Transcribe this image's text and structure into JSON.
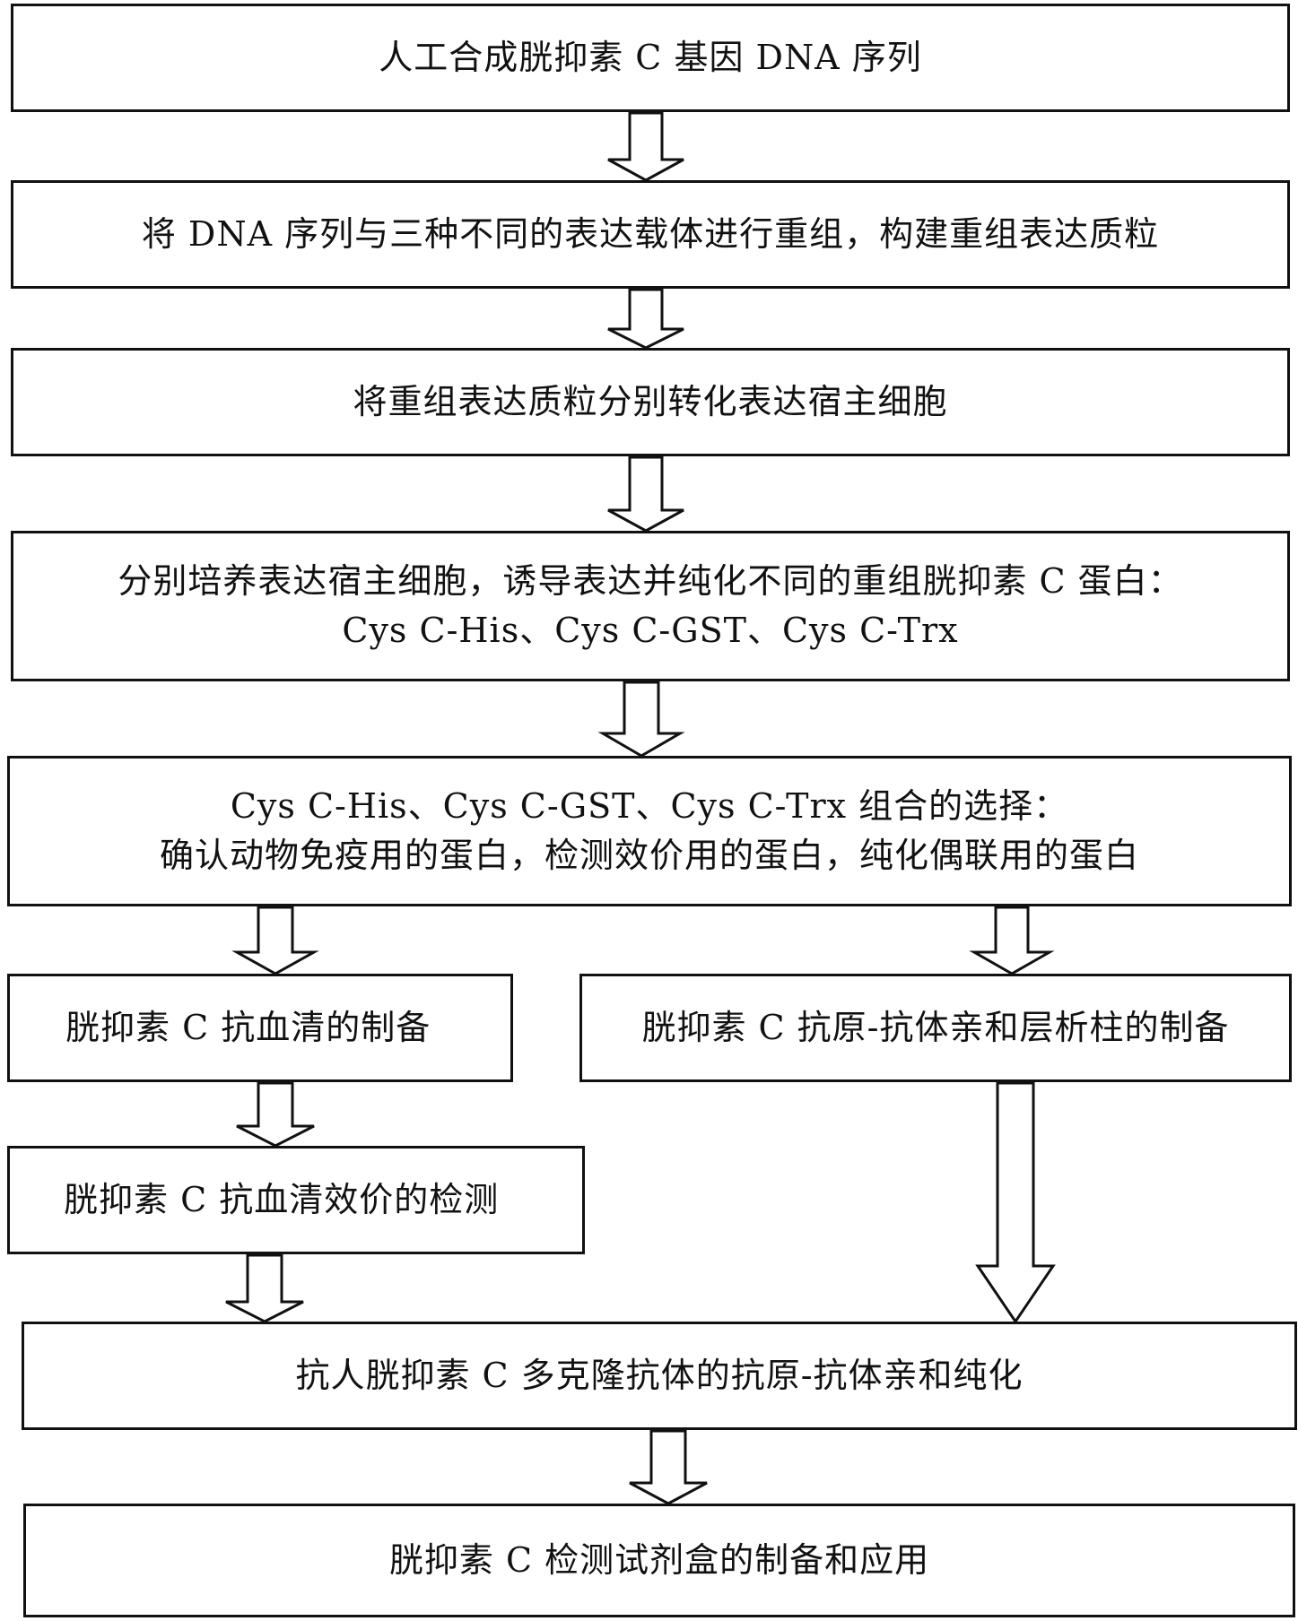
{
  "steps": {
    "step1": "人工合成胱抑素 C 基因 DNA 序列",
    "step2": "将 DNA 序列与三种不同的表达载体进行重组，构建重组表达质粒",
    "step3": "将重组表达质粒分别转化表达宿主细胞",
    "step4_line1": "分别培养表达宿主细胞，诱导表达并纯化不同的重组胱抑素 C 蛋白：",
    "step4_line2": "Cys C-His、Cys C-GST、Cys C-Trx",
    "step5_line1": "Cys C-His、Cys C-GST、Cys C-Trx 组合的选择：",
    "step5_line2": "确认动物免疫用的蛋白，检测效价用的蛋白，纯化偶联用的蛋白",
    "left_branch_1": "胱抑素 C 抗血清的制备",
    "left_branch_2": "胱抑素 C 抗血清效价的检测",
    "right_branch": "胱抑素 C 抗原-抗体亲和层析柱的制备",
    "step6": "抗人胱抑素 C 多克隆抗体的抗原-抗体亲和纯化",
    "step7": "胱抑素 C 检测试剂盒的制备和应用"
  }
}
